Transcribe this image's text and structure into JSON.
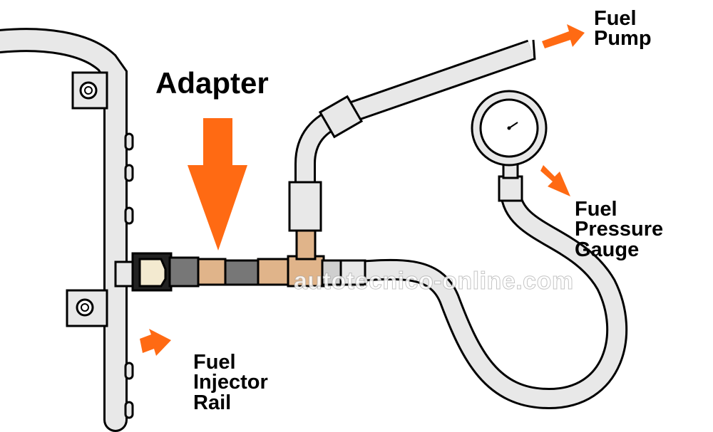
{
  "labels": {
    "adapter": "Adapter",
    "fuel_pump": [
      "Fuel",
      "Pump"
    ],
    "fuel_pressure_gauge": [
      "Fuel",
      "Pressure",
      "Gauge"
    ],
    "fuel_injector_rail": [
      "Fuel",
      "Injector",
      "Rail"
    ]
  },
  "watermark": "autotecnico-online.com",
  "colors": {
    "arrow": "#ff6a13",
    "hose_fill": "#e8e8e8",
    "outline": "#000000",
    "brass": "#e0b48a",
    "steel": "#cfcfcf"
  },
  "icons": [
    "gauge-dial-icon",
    "orange-arrow-icon"
  ]
}
